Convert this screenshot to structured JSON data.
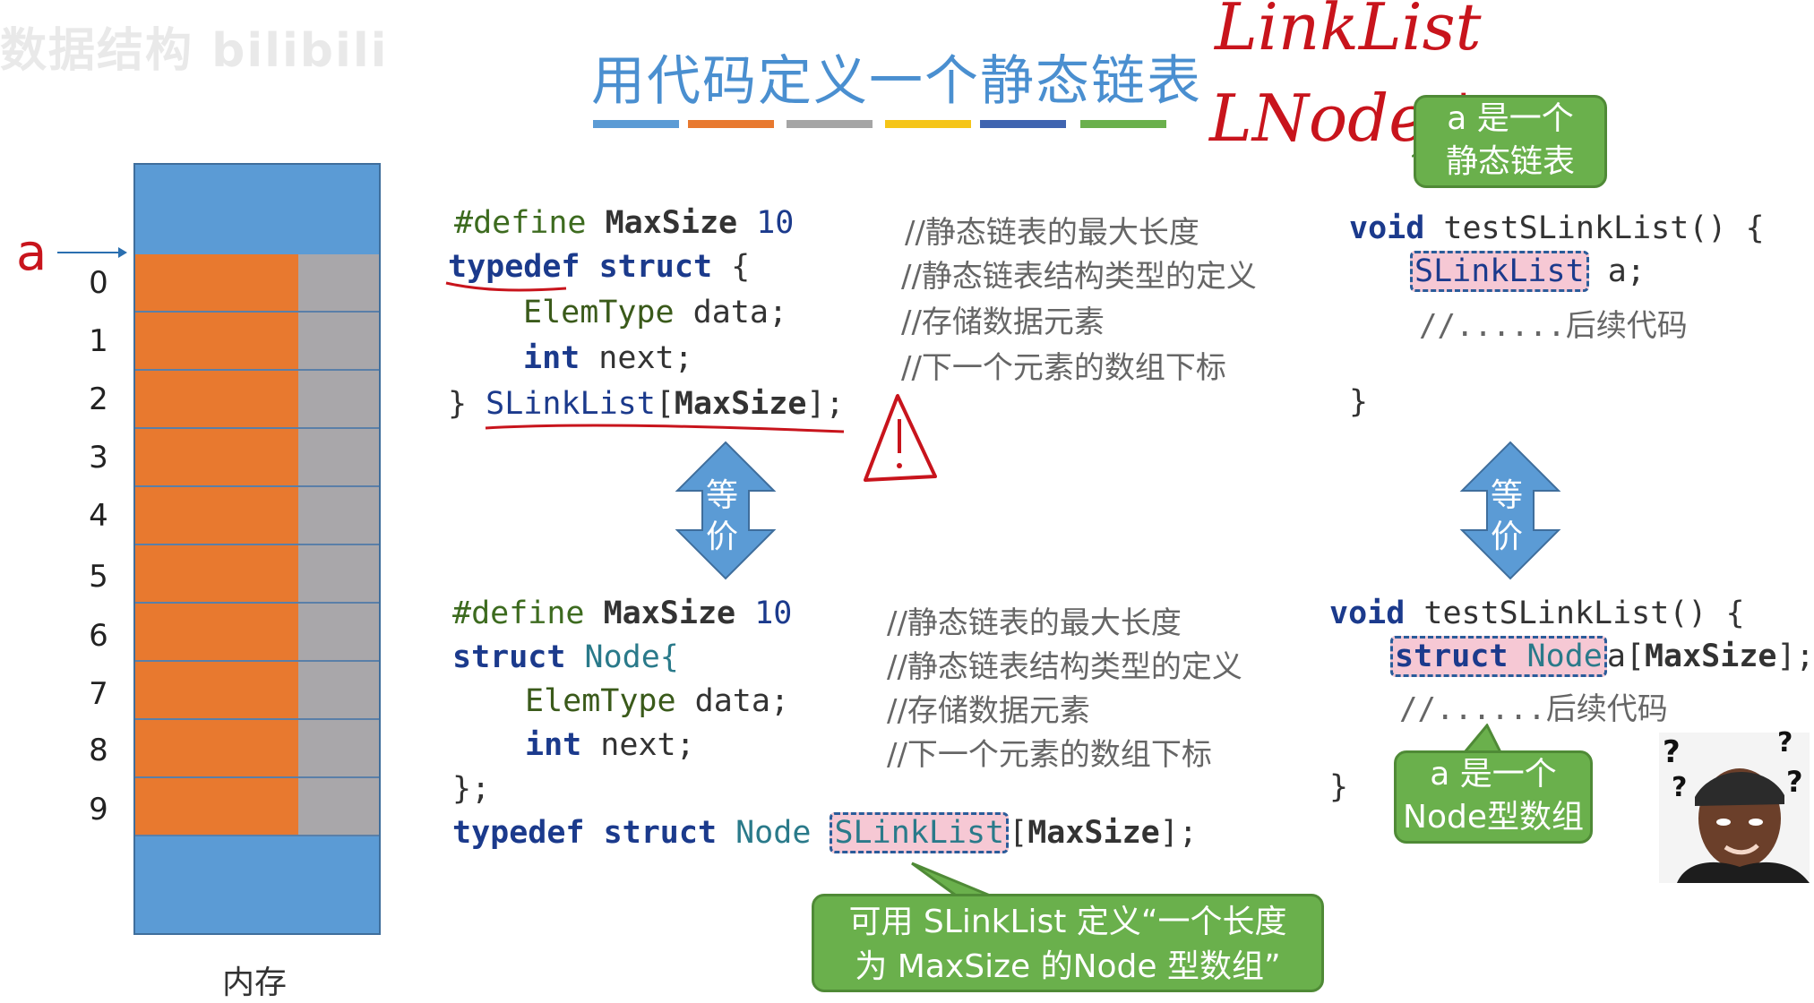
{
  "watermark": "数据结构 bilibili",
  "title": "用代码定义一个静态链表",
  "handwriting": {
    "line1": "LinkList",
    "line2": "LNode *"
  },
  "bars": [
    "#5b9bd5",
    "#e8792f",
    "#a5a5a5",
    "#f5c518",
    "#3f64b0",
    "#6ab04c"
  ],
  "memory": {
    "pointer_label": "a",
    "indices": [
      "0",
      "1",
      "2",
      "3",
      "4",
      "5",
      "6",
      "7",
      "8",
      "9"
    ],
    "caption": "内存"
  },
  "code_top": {
    "define_kw": "#define",
    "define_name": "MaxSize",
    "define_val": "10",
    "typedef": "typedef",
    "struct": "struct",
    "brace_open": "{",
    "elemtype": "ElemType",
    "data": "data;",
    "int": "int",
    "next": "next;",
    "close": "}",
    "name": "SLinkList",
    "bracket_open": "[",
    "maxsize": "MaxSize",
    "bracket_close": "];"
  },
  "comments_top": [
    "//静态链表的最大长度",
    "//静态链表结构类型的定义",
    "//存储数据元素",
    "//下一个元素的数组下标"
  ],
  "code_bottom": {
    "define_kw": "#define",
    "define_name": "MaxSize",
    "define_val": "10",
    "struct": "struct",
    "node": "Node{",
    "elemtype": "ElemType",
    "data": "data;",
    "int": "int",
    "next": "next;",
    "close": "};",
    "typedef": "typedef",
    "struct2": "struct",
    "node2": "Node",
    "name": "SLinkList",
    "bracket_open": "[",
    "maxsize": "MaxSize",
    "bracket_close": "];"
  },
  "comments_bottom": [
    "//静态链表的最大长度",
    "//静态链表结构类型的定义",
    "//存储数据元素",
    "//下一个元素的数组下标"
  ],
  "func_top": {
    "void": "void",
    "sig": "testSLinkList() {",
    "type": "SLinkList",
    "var": "a;",
    "cont": "//......后续代码",
    "close": "}"
  },
  "func_bottom": {
    "void": "void",
    "sig": "testSLinkList() {",
    "struct": "struct",
    "node": "Node",
    "var": "a[",
    "maxsize": "MaxSize",
    "end": "];",
    "cont": "//......后续代码",
    "close": "}"
  },
  "equiv": {
    "l1": "等",
    "l2": "价"
  },
  "bubbles": {
    "top": [
      "a 是一个",
      "静态链表"
    ],
    "bottom": [
      "a 是一个",
      "Node型数组"
    ],
    "main": [
      "可用 SLinkList 定义“一个长度",
      "为 MaxSize 的Node 型数组”"
    ]
  },
  "question_marks": [
    "?",
    "?",
    "?",
    "?"
  ]
}
